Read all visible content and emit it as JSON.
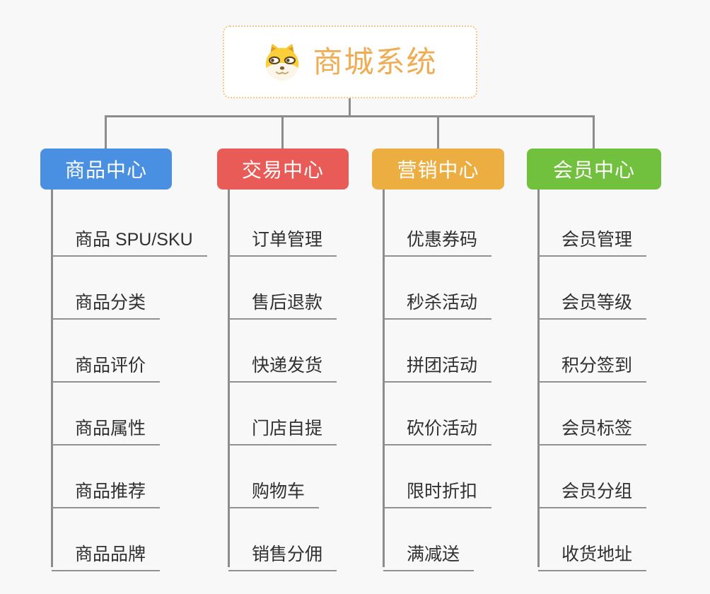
{
  "root": {
    "title": "商城系统",
    "icon": "doge-icon",
    "title_color": "#F0AC52",
    "border_color": "#F6C783",
    "background": "#FFFFFF"
  },
  "canvas_background": "#F8F8F8",
  "connector_color": "#8C8C8C",
  "branches": [
    {
      "id": "product-center",
      "label": "商品中心",
      "color": "#4A90E2",
      "items": [
        "商品 SPU/SKU",
        "商品分类",
        "商品评价",
        "商品属性",
        "商品推荐",
        "商品品牌"
      ]
    },
    {
      "id": "trade-center",
      "label": "交易中心",
      "color": "#E85B56",
      "items": [
        "订单管理",
        "售后退款",
        "快递发货",
        "门店自提",
        "购物车",
        "销售分佣"
      ]
    },
    {
      "id": "marketing-center",
      "label": "营销中心",
      "color": "#ECAD41",
      "items": [
        "优惠券码",
        "秒杀活动",
        "拼团活动",
        "砍价活动",
        "限时折扣",
        "满减送"
      ]
    },
    {
      "id": "member-center",
      "label": "会员中心",
      "color": "#72C13E",
      "items": [
        "会员管理",
        "会员等级",
        "积分签到",
        "会员标签",
        "会员分组",
        "收货地址"
      ]
    }
  ]
}
